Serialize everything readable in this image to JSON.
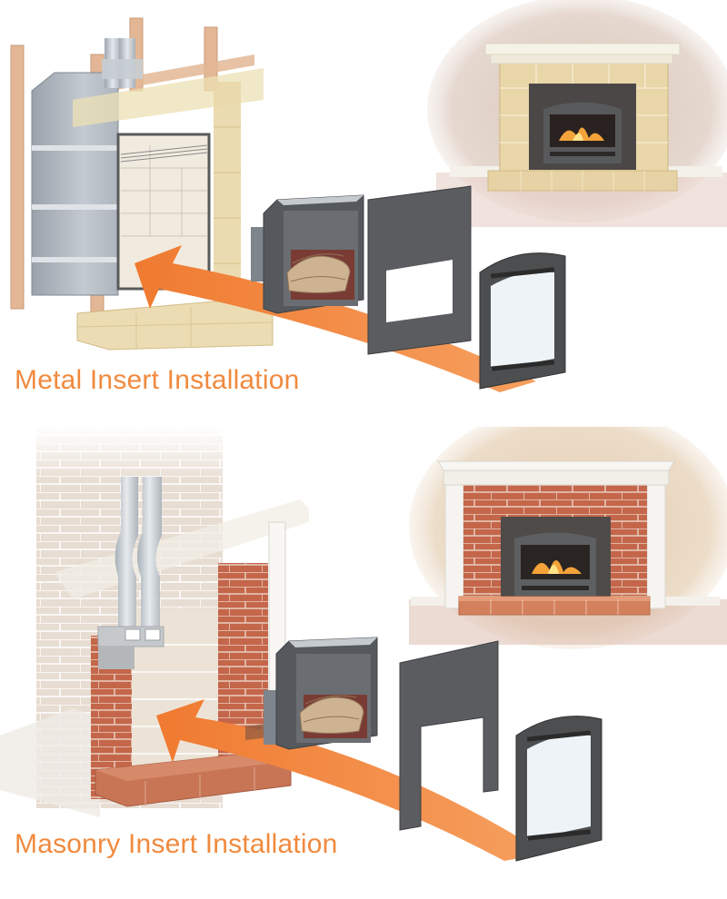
{
  "illustration": {
    "colors": {
      "arrow_orange": "#f4823a",
      "caption_orange": "#f08a3e",
      "stud_wood": "#e3b795",
      "tan_tile": "#e8d5a8",
      "brick_red": "#c4664a",
      "insert_gray": "#55585c",
      "surround_gray": "#5a5c5f",
      "wall_beige": "#d7c4b7",
      "white_mantel": "#f3f1ea"
    }
  },
  "sections": [
    {
      "id": "metal",
      "caption": "Metal Insert Installation",
      "components": [
        "metal-fireplace-cutaway",
        "fireplace-insert-firebox",
        "insert-surround-panel",
        "arched-decorative-front",
        "finished-tile-fireplace"
      ]
    },
    {
      "id": "masonry",
      "caption": "Masonry Insert Installation",
      "components": [
        "masonry-fireplace-cutaway",
        "vent-pipes",
        "fireplace-insert-firebox",
        "insert-surround-panel",
        "arched-decorative-front",
        "finished-brick-fireplace"
      ]
    }
  ]
}
